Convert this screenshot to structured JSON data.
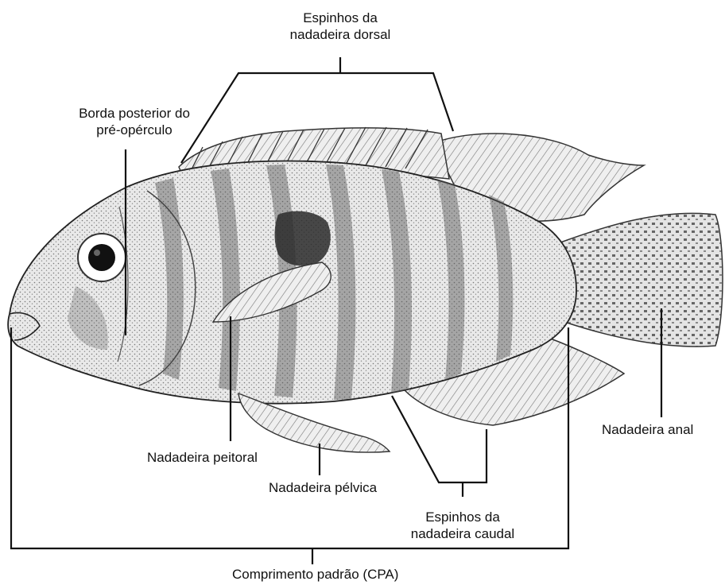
{
  "labels": {
    "dorsal_spines": [
      "Espinhos da",
      "nadadeira dorsal"
    ],
    "preopercle": [
      "Borda posterior do",
      "pré-opérculo"
    ],
    "pectoral_fin": "Nadadeira peitoral",
    "pelvic_fin": "Nadadeira pélvica",
    "caudal_spines": [
      "Espinhos da",
      "nadadeira caudal"
    ],
    "anal_fin": "Nadadeira anal",
    "standard_length": "Comprimento padrão (CPA)"
  },
  "colors": {
    "background": "#ffffff",
    "ink": "#111111",
    "body_fill": "#dcdcdc",
    "fin_fill": "#e6e6e6",
    "band": "#555555",
    "blotch": "#2a2a2a"
  }
}
